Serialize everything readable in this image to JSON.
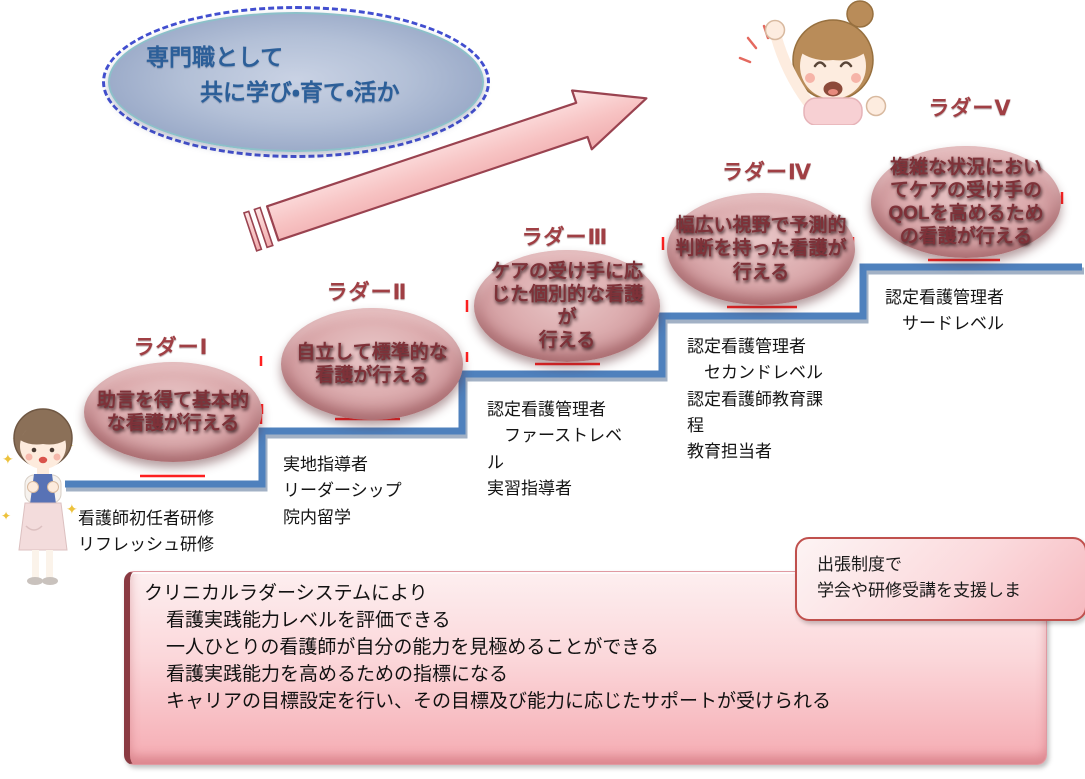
{
  "banner": {
    "line1": "専門職として",
    "line2": "共に学び・育て・活か"
  },
  "ladders": [
    {
      "label": "ラダーⅠ",
      "ability": "助言を得て基本的\nな看護が行える",
      "trainings": "看護師初任者研修\nリフレッシュ研修"
    },
    {
      "label": "ラダーⅡ",
      "ability": "自立して標準的な\n看護が行える",
      "trainings": "実地指導者\nリーダーシップ\n院内留学"
    },
    {
      "label": "ラダーⅢ",
      "ability": "ケアの受け手に応\nじた個別的な看護\nが\n行える",
      "trainings": "認定看護管理者\n　ファーストレベ\nル\n実習指導者"
    },
    {
      "label": "ラダーⅣ",
      "ability": "幅広い視野で予測的\n判断を持った看護が\n行える",
      "trainings": "認定看護管理者\n　セカンドレベル\n認定看護師教育課\n程\n教育担当者"
    },
    {
      "label": "ラダーⅤ",
      "ability": "複雑な状況におい\nてケアの受け手の\nQOLを高めるため\nの看護が行える",
      "trainings": "認定看護管理者\n　サードレベル"
    }
  ],
  "callout": {
    "text": "出張制度で\n学会や研修受講を支援しま"
  },
  "summary": {
    "title": "クリニカルラダーシステムにより",
    "items": [
      "看護実践能力レベルを評価できる",
      "一人ひとりの看護師が自分の能力を見極めることができる",
      "看護実践能力を高めるための指標になる",
      "キャリアの目標設定を行い、その目標及び能力に応じたサポートが受けられる"
    ]
  },
  "icons": {
    "sparkle": "✦"
  },
  "colors": {
    "stair_blue": "#4f81bd",
    "ladder_title_red": "#a03f44",
    "ellipse_pink": "#d6a3a6",
    "arrow_fill": "#f8caca",
    "arrow_border": "#9a4350",
    "summary_box_pink": "#f5abb2",
    "callout_border": "#c0504d",
    "banner_text_blue": "#2c5f99",
    "red_dash": "#ff2020"
  }
}
